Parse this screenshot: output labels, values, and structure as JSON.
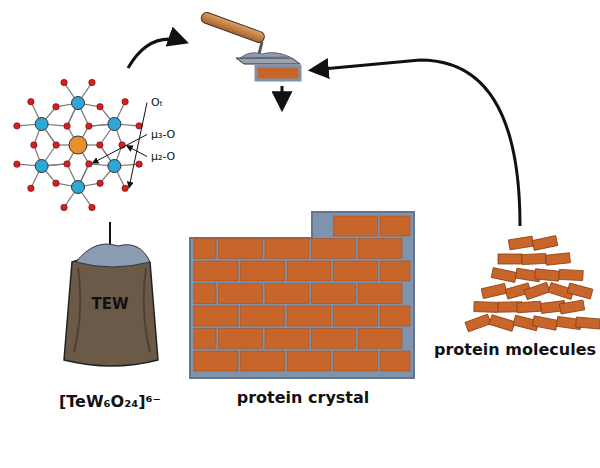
{
  "diagram": {
    "nodes": [
      {
        "text": [
          "TEW",
          "[TeW₆O₂₄]⁶⁻"
        ]
      },
      {
        "text": [
          "protein crystal"
        ]
      },
      {
        "text": [
          "protein molecules"
        ]
      }
    ],
    "labels": [
      "Oₜ",
      "μ₃-O",
      "μ₂-O"
    ]
  }
}
